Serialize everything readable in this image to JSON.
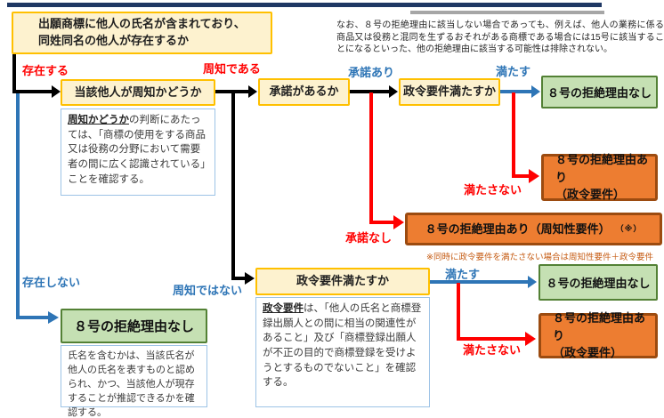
{
  "colors": {
    "navy_bar": "#1F3864",
    "gray_bar": "#A6A6A6",
    "decision_fill": "#FDF2CF",
    "decision_border": "#FFC000",
    "green_fill": "#C5E0B3",
    "green_border": "#538135",
    "orange_fill": "#ED7D31",
    "orange_border": "#9C4B10",
    "note_border": "#9DC3E6",
    "red": "#FF0000",
    "blue": "#2E75B6",
    "black": "#000000",
    "asterisk_text": "#C55A11"
  },
  "header": {
    "note": "なお、８号の拒絶理由に該当しない場合であっても、例えば、他人の業務に係る商品又は役務と混同を生ずるおそれがある商標である場合には15号に該当することになるといった、他の拒絶理由に該当する可能性は排除されない。"
  },
  "boxes": {
    "start": {
      "line1": "出願商標に他人の氏名が含まれており、",
      "line2": "同姓同名の他人が存在するか"
    },
    "wellknown_q": "当該他人が周知かどうか",
    "consent_q": "承諾があるか",
    "cabinet_q_top": "政令要件満たすか",
    "cabinet_q_bottom": "政令要件満たすか",
    "no_reason_right_top": "８号の拒絶理由なし",
    "reason_cabinet_top": {
      "line1": "８号の拒絶理由あり",
      "line2": "（政令要件）"
    },
    "reason_wellknown": {
      "main": "８号の拒絶理由あり（周知性要件）",
      "mark": "（※）"
    },
    "no_reason_right_bottom": "８号の拒絶理由なし",
    "reason_cabinet_bottom": {
      "line1": "８号の拒絶理由あり",
      "line2": "（政令要件）"
    },
    "no_reason_left": "８号の拒絶理由なし"
  },
  "edge_labels": {
    "exists": "存在する",
    "not_exists": "存在しない",
    "wellknown_yes": "周知である",
    "wellknown_no": "周知ではない",
    "consent_yes": "承諾あり",
    "consent_no": "承諾なし",
    "meets_top": "満たす",
    "not_meets_top": "満たさない",
    "meets_bottom": "満たす",
    "not_meets_bottom": "満たさない"
  },
  "notes": {
    "wellknown": {
      "lead": "周知かどうか",
      "body": "の判断にあたっては、「商標の使用をする商品又は役務の分野において需要者の間に広く認識されている」ことを確認する。"
    },
    "cabinet": {
      "lead": "政令要件",
      "body": "は、「他人の氏名と商標登録出願人との間に相当の関連性があること」及び「商標登録出願人が不正の目的で商標登録を受けようとするものでないこと」を確認する。"
    },
    "name_check": "氏名を含むかは、当該氏名が他人の氏名を表すものと認められ、かつ、当該他人が現存することが推認できるかを確認する。",
    "asterisk": "※同時に政令要件を満たさない場合は周知性要件＋政令要件"
  }
}
